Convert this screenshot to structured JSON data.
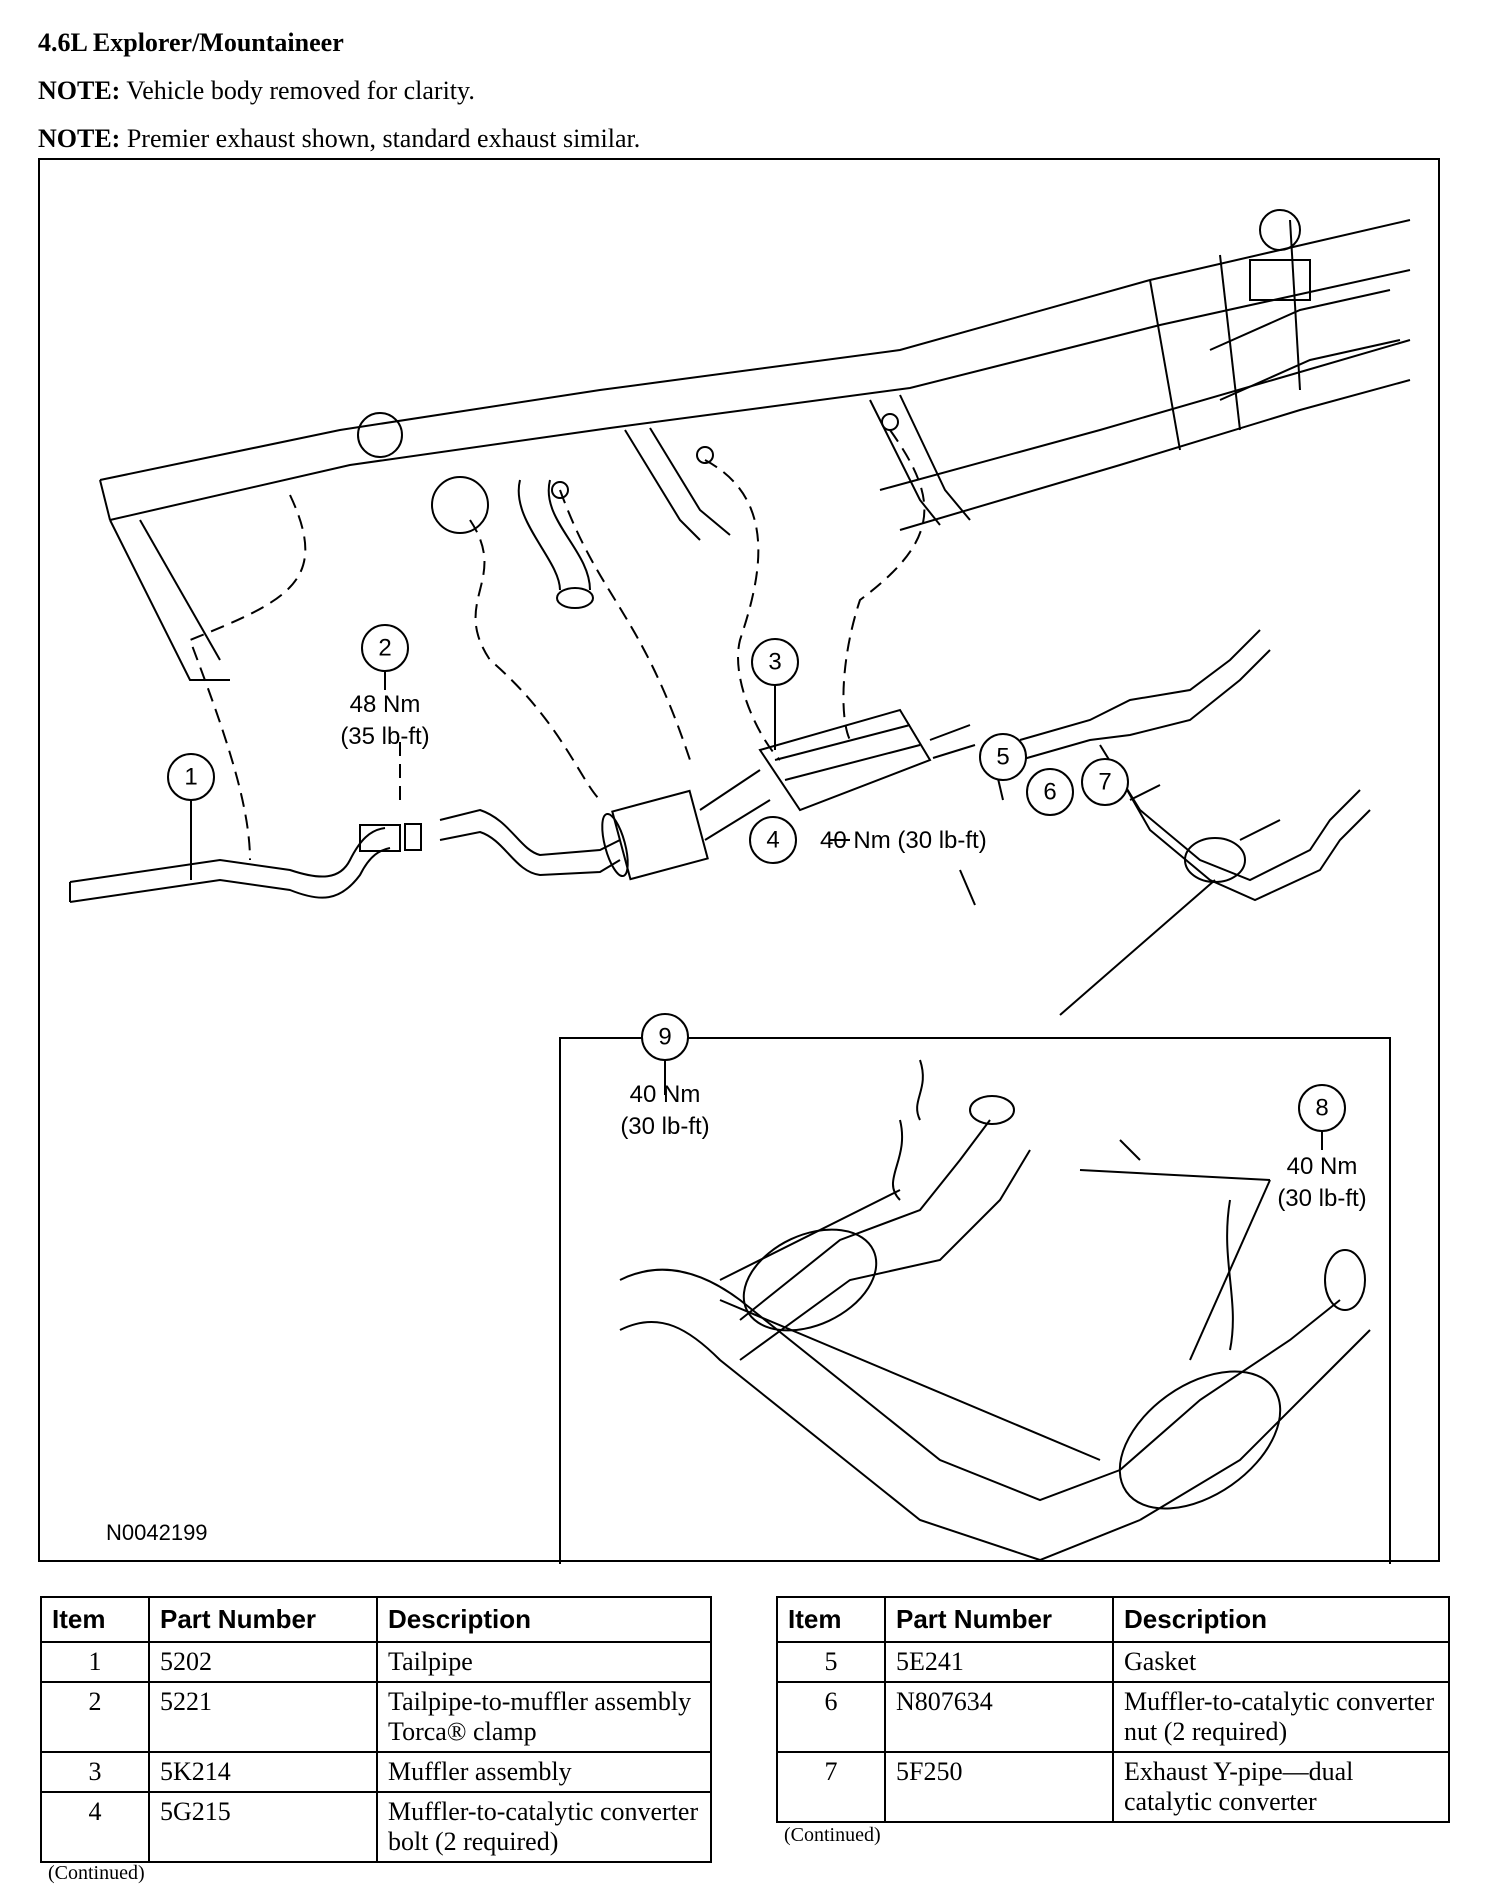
{
  "header": {
    "title": "4.6L Explorer/Mountaineer",
    "note_label": "NOTE:",
    "note1_text": "Vehicle body removed for clarity.",
    "note2_text": "Premier exhaust shown, standard exhaust similar."
  },
  "figure": {
    "id": "N0042199",
    "callouts": {
      "c1": "1",
      "c2": "2",
      "c3": "3",
      "c4": "4",
      "c5": "5",
      "c6": "6",
      "c7": "7",
      "c8": "8",
      "c9": "9"
    },
    "torque": {
      "t2_nm": "48 Nm",
      "t2_lbft": "(35 lb-ft)",
      "t4": "40 Nm (30 lb-ft)",
      "t8_nm": "40 Nm",
      "t8_lbft": "(30 lb-ft)",
      "t9_nm": "40 Nm",
      "t9_lbft": "(30 lb-ft)"
    }
  },
  "tables": {
    "headers": {
      "item": "Item",
      "part": "Part Number",
      "desc": "Description"
    },
    "left": [
      {
        "item": "1",
        "part": "5202",
        "desc": "Tailpipe"
      },
      {
        "item": "2",
        "part": "5221",
        "desc": "Tailpipe-to-muffler assembly Torca® clamp"
      },
      {
        "item": "3",
        "part": "5K214",
        "desc": "Muffler assembly"
      },
      {
        "item": "4",
        "part": "5G215",
        "desc": "Muffler-to-catalytic converter bolt (2 required)"
      }
    ],
    "right": [
      {
        "item": "5",
        "part": "5E241",
        "desc": "Gasket"
      },
      {
        "item": "6",
        "part": "N807634",
        "desc": "Muffler-to-catalytic converter nut (2 required)"
      },
      {
        "item": "7",
        "part": "5F250",
        "desc": "Exhaust Y-pipe—dual catalytic converter"
      }
    ],
    "continued": "(Continued)"
  }
}
